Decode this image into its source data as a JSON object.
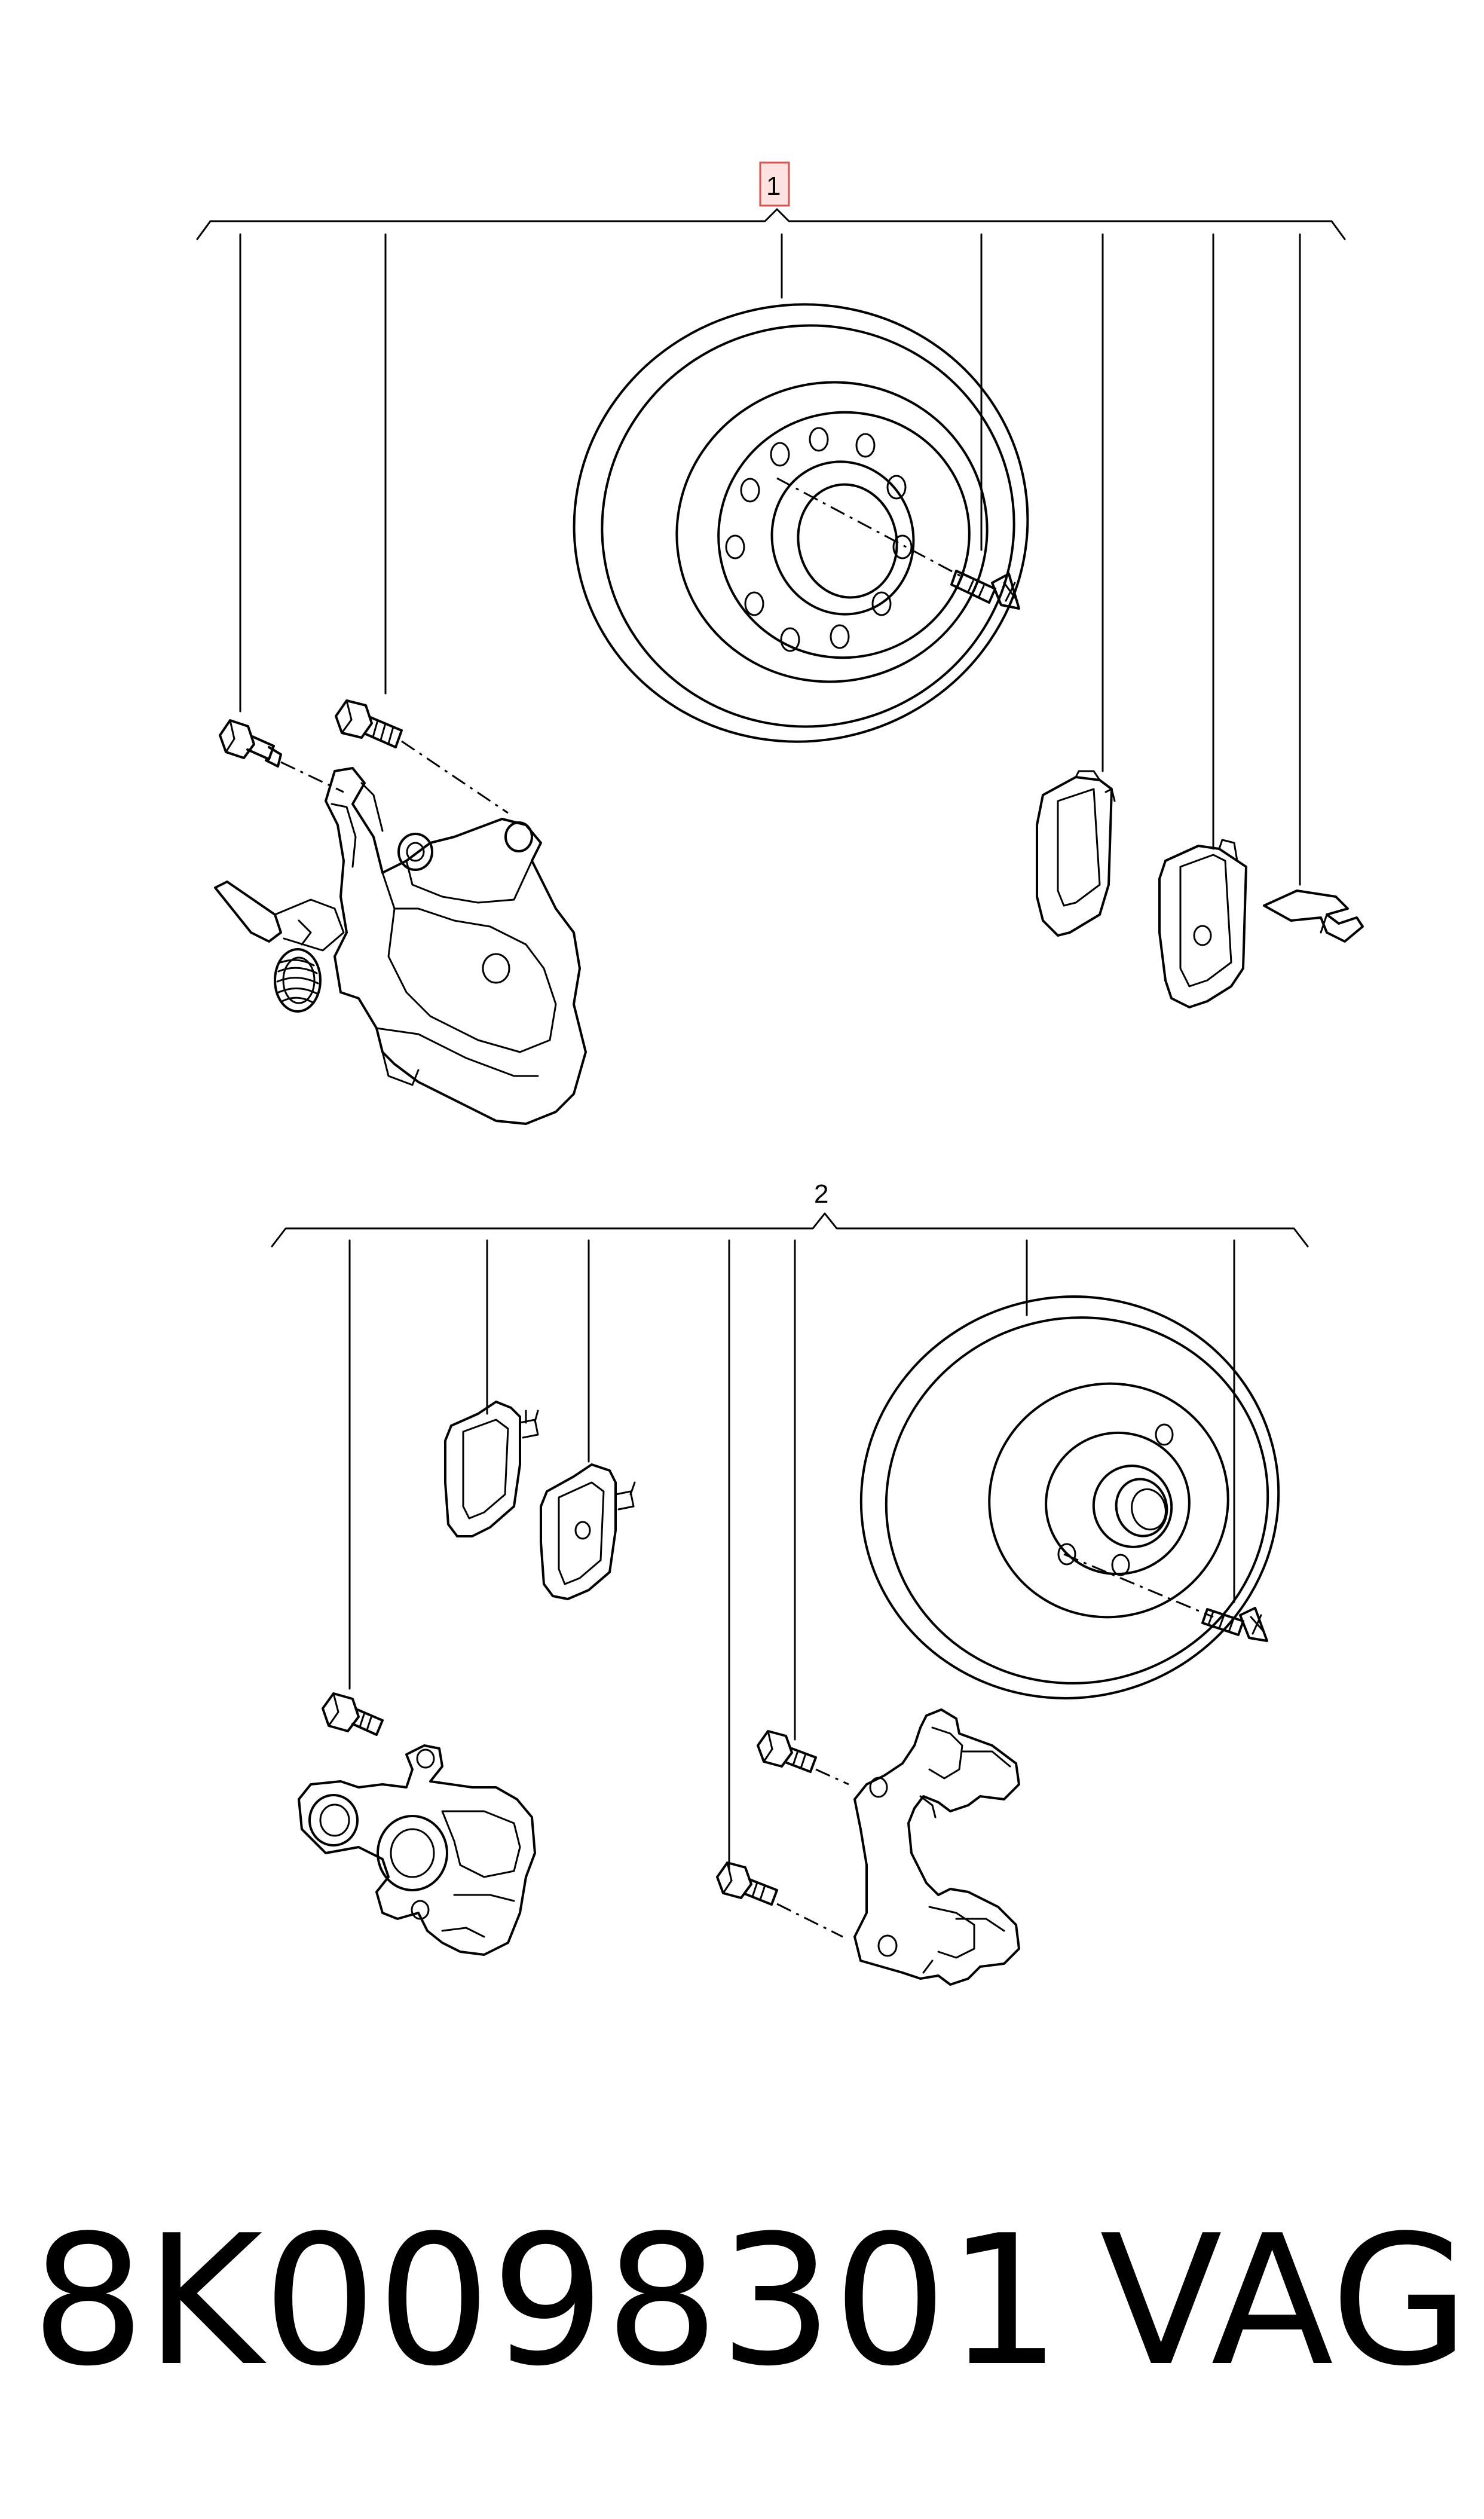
{
  "callouts": {
    "group1": "1",
    "group2": "2"
  },
  "caption": {
    "part_number": "8K0098301",
    "brand": "VAG"
  },
  "colors": {
    "line": "#000000",
    "callout_highlight_fill": "#fde2e2",
    "callout_highlight_stroke": "#d9534f",
    "background": "#ffffff"
  }
}
